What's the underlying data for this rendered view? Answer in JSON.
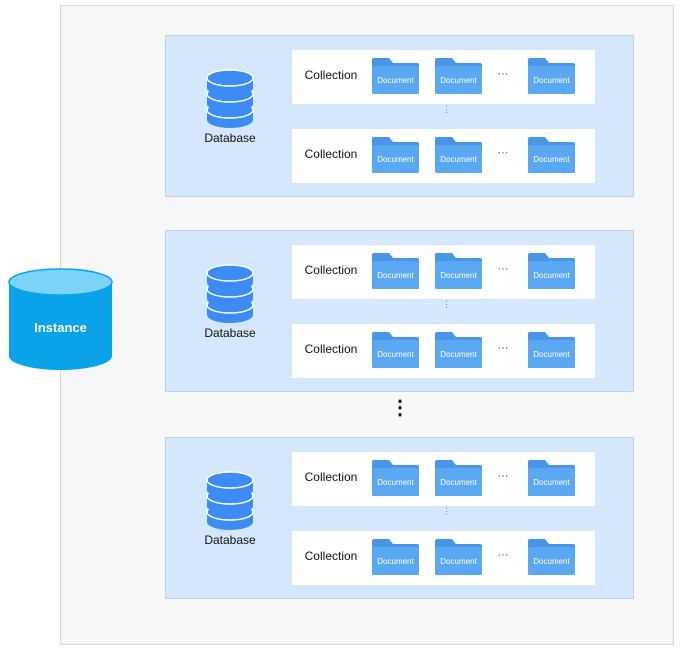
{
  "instance": {
    "label": "Instance",
    "color": "#0aa2e8",
    "top_color": "#7dd3f7"
  },
  "colors": {
    "database_icon": "#3b8cf5",
    "folder": "#5aa7f2",
    "folder_tab": "#4a96e6",
    "block_bg": "#d5e7fa"
  },
  "databases": [
    {
      "label": "Database",
      "collections": [
        {
          "label": "Collection",
          "documents": [
            "Document",
            "Document",
            "Document"
          ],
          "ellipsis": "···"
        },
        {
          "label": "Collection",
          "documents": [
            "Document",
            "Document",
            "Document"
          ],
          "ellipsis": "···"
        }
      ],
      "between_rows": "⋮"
    },
    {
      "label": "Database",
      "collections": [
        {
          "label": "Collection",
          "documents": [
            "Document",
            "Document",
            "Document"
          ],
          "ellipsis": "···"
        },
        {
          "label": "Collection",
          "documents": [
            "Document",
            "Document",
            "Document"
          ],
          "ellipsis": "···"
        }
      ],
      "between_rows": "⋮"
    },
    {
      "label": "Database",
      "collections": [
        {
          "label": "Collection",
          "documents": [
            "Document",
            "Document",
            "Document"
          ],
          "ellipsis": "···"
        },
        {
          "label": "Collection",
          "documents": [
            "Document",
            "Document",
            "Document"
          ],
          "ellipsis": "···"
        }
      ],
      "between_rows": "⋮"
    }
  ],
  "between_databases": "⋮"
}
